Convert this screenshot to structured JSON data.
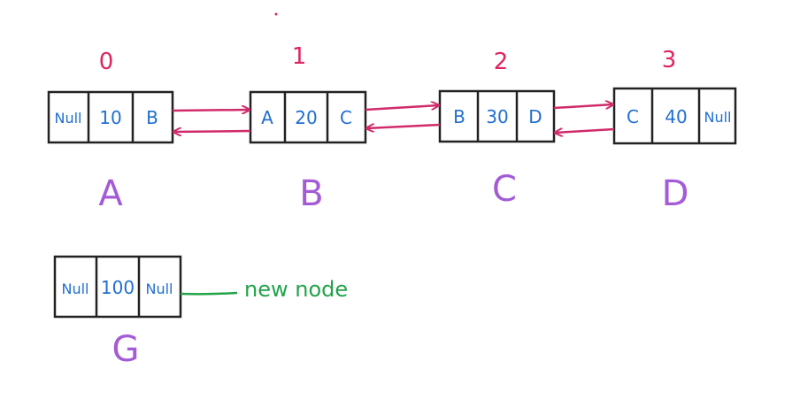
{
  "colors": {
    "index": "#e0245e",
    "pointer": "#1f6fd1",
    "node_name": "#a45bd6",
    "link_arrow": "#d12b6b",
    "annotation": "#22a34a"
  },
  "nodes": [
    {
      "index": "0",
      "prev": "Null",
      "value": "10",
      "next": "B",
      "name": "A"
    },
    {
      "index": "1",
      "prev": "A",
      "value": "20",
      "next": "C",
      "name": "B"
    },
    {
      "index": "2",
      "prev": "B",
      "value": "30",
      "next": "D",
      "name": "C"
    },
    {
      "index": "3",
      "prev": "C",
      "value": "40",
      "next": "Null",
      "name": "D"
    }
  ],
  "new_node": {
    "prev": "Null",
    "value": "100",
    "next": "Null",
    "name": "G",
    "label": "new node"
  }
}
